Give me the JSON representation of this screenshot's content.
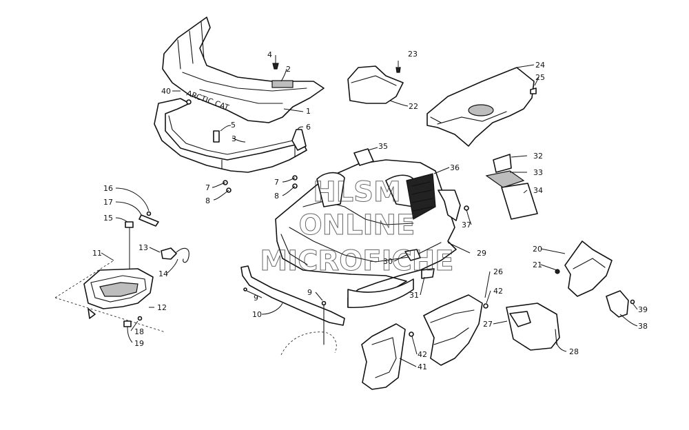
{
  "watermark": {
    "line1": "HLSM",
    "line2": "ONLINE",
    "line3": "MICROFICHE"
  },
  "part_numbers": {
    "n1": "1",
    "n2": "2",
    "n3": "3",
    "n4": "4",
    "n5": "5",
    "n6": "6",
    "n7a": "7",
    "n7b": "7",
    "n8a": "8",
    "n8b": "8",
    "n9a": "9",
    "n9b": "9",
    "n10": "10",
    "n11": "11",
    "n12": "12",
    "n13": "13",
    "n14": "14",
    "n15": "15",
    "n16": "16",
    "n17": "17",
    "n18": "18",
    "n19": "19",
    "n20": "20",
    "n21": "21",
    "n22": "22",
    "n23": "23",
    "n24": "24",
    "n25": "25",
    "n26": "26",
    "n27": "27",
    "n28": "28",
    "n29": "29",
    "n30": "30",
    "n31": "31",
    "n32": "32",
    "n33": "33",
    "n34": "34",
    "n35": "35",
    "n36": "36",
    "n37": "37",
    "n38": "38",
    "n39": "39",
    "n40": "40",
    "n41": "41",
    "n42a": "42",
    "n42b": "42"
  },
  "rack_decal_text": "ARCTIC CAT"
}
